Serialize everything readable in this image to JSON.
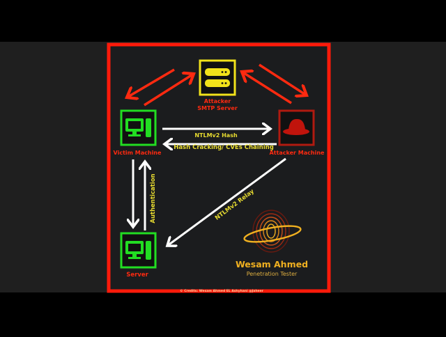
{
  "colors": {
    "frame": "#ff1a0a",
    "victim": "#22dd22",
    "smtp": "#f2e21a",
    "attacker": "#c0140c",
    "arrow_red": "#ff2a10",
    "arrow_white": "#ffffff",
    "label_yellow": "#e8dc30",
    "label_red": "#ff2a10",
    "brand": "#f0b020"
  },
  "nodes": {
    "smtp": {
      "label_line1": "Attacker",
      "label_line2": "SMTP Server",
      "icon": "server-icon"
    },
    "victim": {
      "label": "Victim Machine",
      "icon": "desktop-icon"
    },
    "attacker": {
      "label": "Attacker Machine",
      "icon": "red-hat-icon"
    },
    "server": {
      "label": "Server",
      "icon": "desktop-icon"
    }
  },
  "edges": {
    "ntlm_hash": "NTLMv2 Hash",
    "cracking": "Hash Cracking/ CVEs Chaining",
    "authentication": "Authentication",
    "relay": "NTLMv2 Relay"
  },
  "brand": {
    "name": "Wesam Ahmed",
    "title": "Penetration Tester",
    "logo": "fingerprint-icon"
  },
  "credits": "© Credits: Wesam Ahmed EL Ashyhani @Jaheer"
}
